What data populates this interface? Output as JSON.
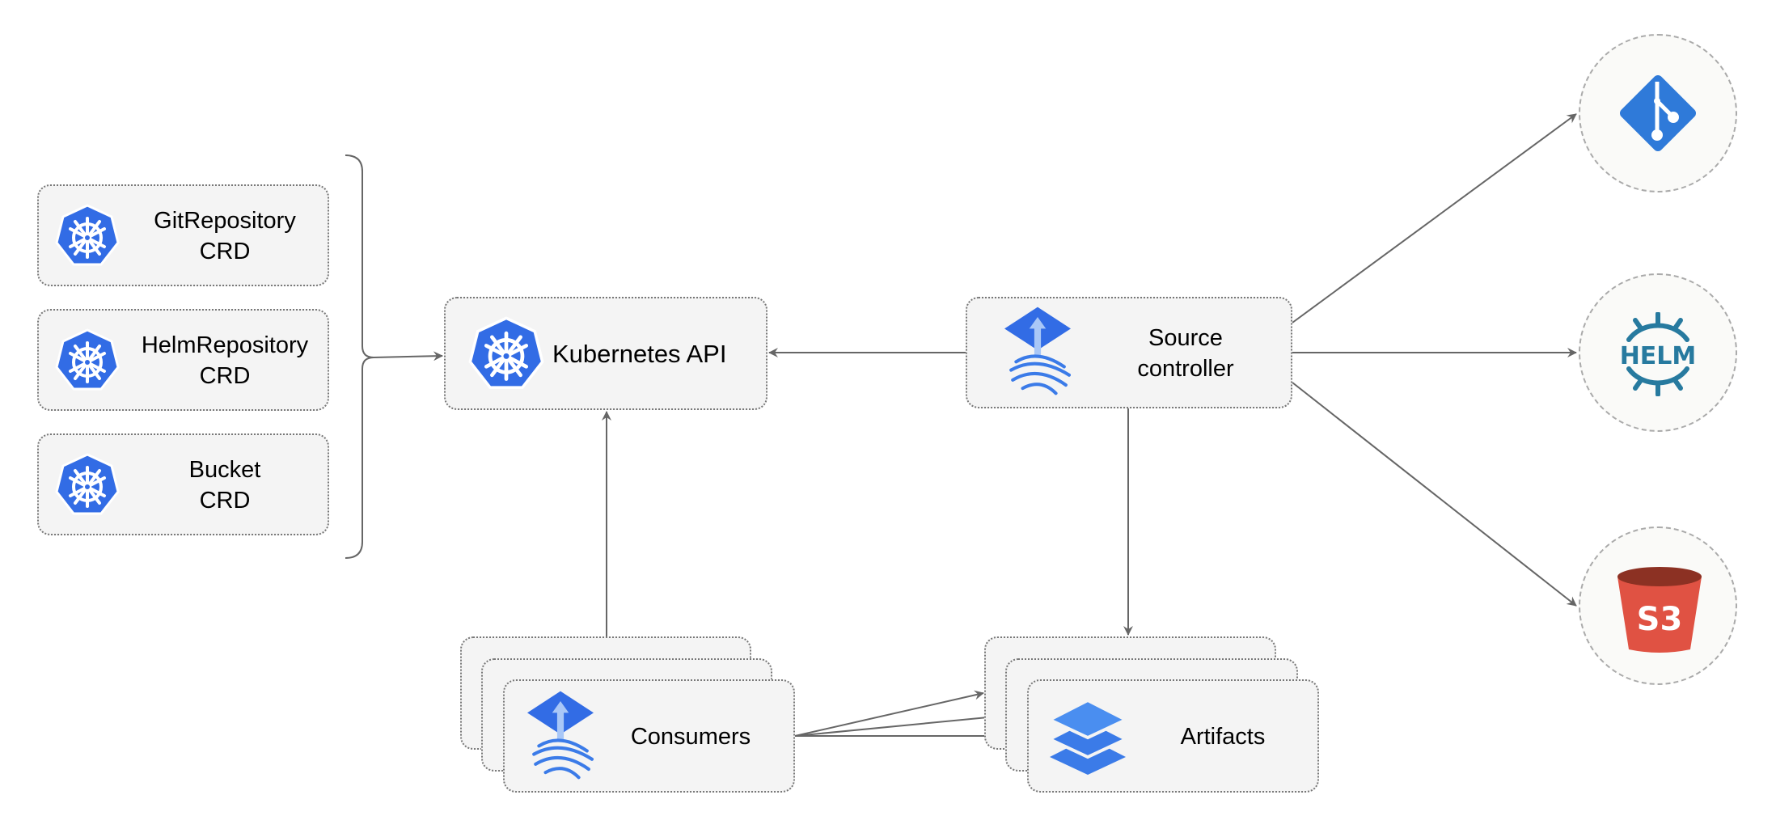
{
  "crds": [
    {
      "label": "GitRepository\nCRD",
      "icon": "kubernetes-icon"
    },
    {
      "label": "HelmRepository\nCRD",
      "icon": "kubernetes-icon"
    },
    {
      "label": "Bucket\nCRD",
      "icon": "kubernetes-icon"
    }
  ],
  "kubernetes_api": {
    "label": "Kubernetes API",
    "icon": "kubernetes-icon"
  },
  "source_controller": {
    "label": "Source\ncontroller",
    "icon": "flux-icon"
  },
  "consumers": {
    "label": "Consumers",
    "icon": "flux-icon"
  },
  "artifacts": {
    "label": "Artifacts",
    "icon": "layers-icon"
  },
  "sources": [
    {
      "name": "git",
      "icon": "git-icon",
      "color": "#2f7ad9"
    },
    {
      "name": "helm",
      "label": "HELM",
      "icon": "helm-icon",
      "color": "#277a9f"
    },
    {
      "name": "s3",
      "label": "S3",
      "icon": "s3-bucket-icon",
      "color": "#e05243"
    }
  ],
  "colors": {
    "kubernetes": "#326ce5",
    "flux": "#3b7be8",
    "box_fill": "#f4f4f4",
    "arrow": "#666666"
  }
}
